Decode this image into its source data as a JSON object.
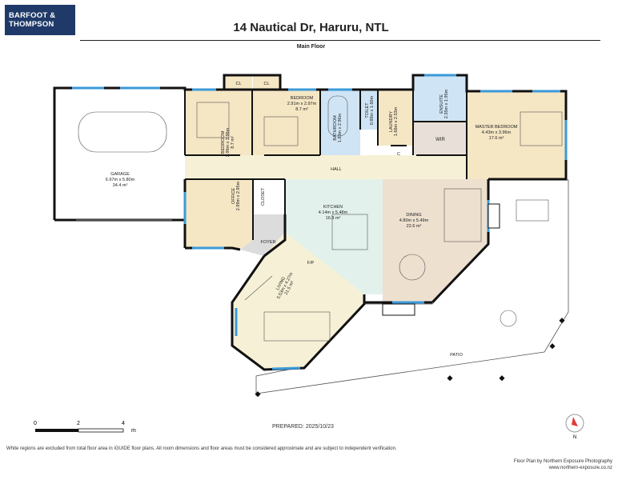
{
  "header": {
    "brand_line1": "BARFOOT &",
    "brand_line2": "THOMPSON",
    "title": "14 Nautical Dr, Haruru, NTL",
    "floor": "Main Floor"
  },
  "rooms": {
    "garage": {
      "name": "GARAGE",
      "dims": "6.97m x 5.80m",
      "area": "34.4 m²"
    },
    "bedroom1": {
      "name": "BEDROOM",
      "dims": "2.96m x 2.96m",
      "area": "8.7 m²"
    },
    "bedroom2": {
      "name": "BEDROOM",
      "dims": "2.91m x 2.97m",
      "area": "8.7 m²"
    },
    "bathroom": {
      "name": "BATHROOM",
      "dims": "1.83m x 2.96m"
    },
    "toilet": {
      "name": "TOILET",
      "dims": "0.89m x 1.60m"
    },
    "laundry": {
      "name": "LAUNDRY",
      "dims": "1.66m x 2.53m"
    },
    "ensuite": {
      "name": "ENSUITE",
      "dims": "2.35m x 1.95m"
    },
    "master": {
      "name": "MASTER BEDROOM",
      "dims": "4.43m x 3.96m",
      "area": "17.6 m²"
    },
    "wir": {
      "name": "WIR"
    },
    "cl1": {
      "name": "CL"
    },
    "cl2": {
      "name": "CL"
    },
    "c": {
      "name": "C"
    },
    "hall": {
      "name": "HALL"
    },
    "office": {
      "name": "OFFICE",
      "dims": "2.99m x 2.95m"
    },
    "closet": {
      "name": "CLOSET"
    },
    "foyer": {
      "name": "FOYER"
    },
    "kitchen": {
      "name": "KITCHEN",
      "dims": "4.14m x 5.48m",
      "area": "16.8 m²"
    },
    "dining": {
      "name": "DINING",
      "dims": "4.80m x 5.49m",
      "area": "22.6 m²"
    },
    "living": {
      "name": "LIVING",
      "dims": "5.53m x 4.27m",
      "area": "21.5 m²"
    },
    "fp": {
      "name": "F/P"
    },
    "patio": {
      "name": "PATIO"
    }
  },
  "scale": {
    "t0": "0",
    "t2": "2",
    "t4": "4",
    "unit": "m"
  },
  "prepared": "PREPARED: 2025/10/23",
  "footnote": "White regions are excluded from total floor area in iGUIDE floor plans. All room dimensions and floor areas must be considered approximate and are subject to independent verification.",
  "credit_line1": "Floor Plan by Northern Exposure Photography",
  "credit_line2": "www.northern-exposure.co.nz",
  "compass_label": "N",
  "colors": {
    "bedroom": "#f5e6c4",
    "kitchen": "#e2f1ec",
    "dining": "#ede0cf",
    "living": "#f6f1d6",
    "wet": "#cfe4f4",
    "wir": "#e8e0d8",
    "foyer": "#dcdcdc",
    "window": "#3a9ad9",
    "wall": "#111111"
  }
}
